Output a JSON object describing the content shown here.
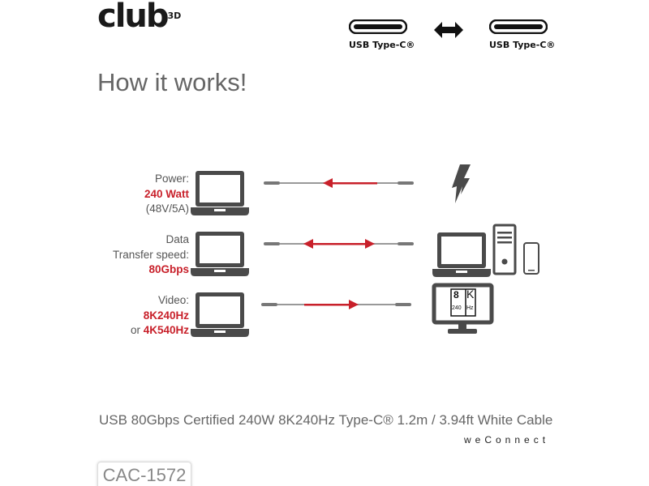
{
  "brand": {
    "logo_text": "club",
    "logo_sup": "3D",
    "sub_brand": "weConnect"
  },
  "connectors": {
    "left_label": "USB Type-C®",
    "right_label": "USB Type-C®"
  },
  "title": "How it works!",
  "rows": [
    {
      "line1": "Power:",
      "line2": "240 Watt",
      "line3": "(48V/5A)"
    },
    {
      "line1": "Data",
      "line2": "Transfer speed:",
      "line3": "80Gbps"
    },
    {
      "line1": "Video:",
      "line2": "8K240Hz",
      "line3_prefix": "or ",
      "line3": "4K540Hz"
    }
  ],
  "monitor_badge": {
    "big": "8",
    "k": "K",
    "small": "240",
    "hz": "Hz"
  },
  "product_name": "USB 80Gbps Certified 240W 8K240Hz Type-C® 1.2m / 3.94ft White Cable",
  "sku": "CAC-1572",
  "colors": {
    "accent": "#c8202a",
    "icon": "#4a4a4a"
  }
}
